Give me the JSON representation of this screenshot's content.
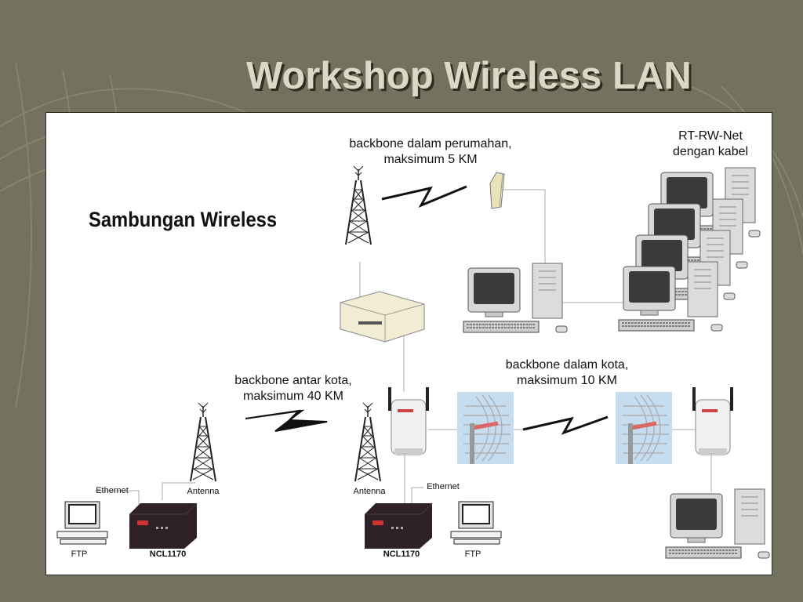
{
  "slide": {
    "title": "Workshop Wireless LAN",
    "colors": {
      "background": "#72725f",
      "title_text": "#d9d9c6",
      "panel": "#ffffff"
    }
  },
  "diagram": {
    "heading": "Sambungan Wireless",
    "labels": {
      "backbone_perumahan_line1": "backbone dalam perumahan,",
      "backbone_perumahan_line2": "maksimum 5 KM",
      "rt_rw_net_line1": "RT-RW-Net",
      "rt_rw_net_line2": "dengan kabel",
      "backbone_antar_kota_line1": "backbone antar kota,",
      "backbone_antar_kota_line2": "maksimum 40 KM",
      "backbone_dalam_kota_line1": "backbone dalam kota,",
      "backbone_dalam_kota_line2": "maksimum 10 KM",
      "ethernet_left": "Ethernet",
      "antenna_left": "Antenna",
      "ftp_left": "FTP",
      "modem_left": "NCL1170",
      "antenna_right": "Antenna",
      "ethernet_right": "Ethernet",
      "modem_right": "NCL1170",
      "ftp_right": "FTP"
    }
  }
}
